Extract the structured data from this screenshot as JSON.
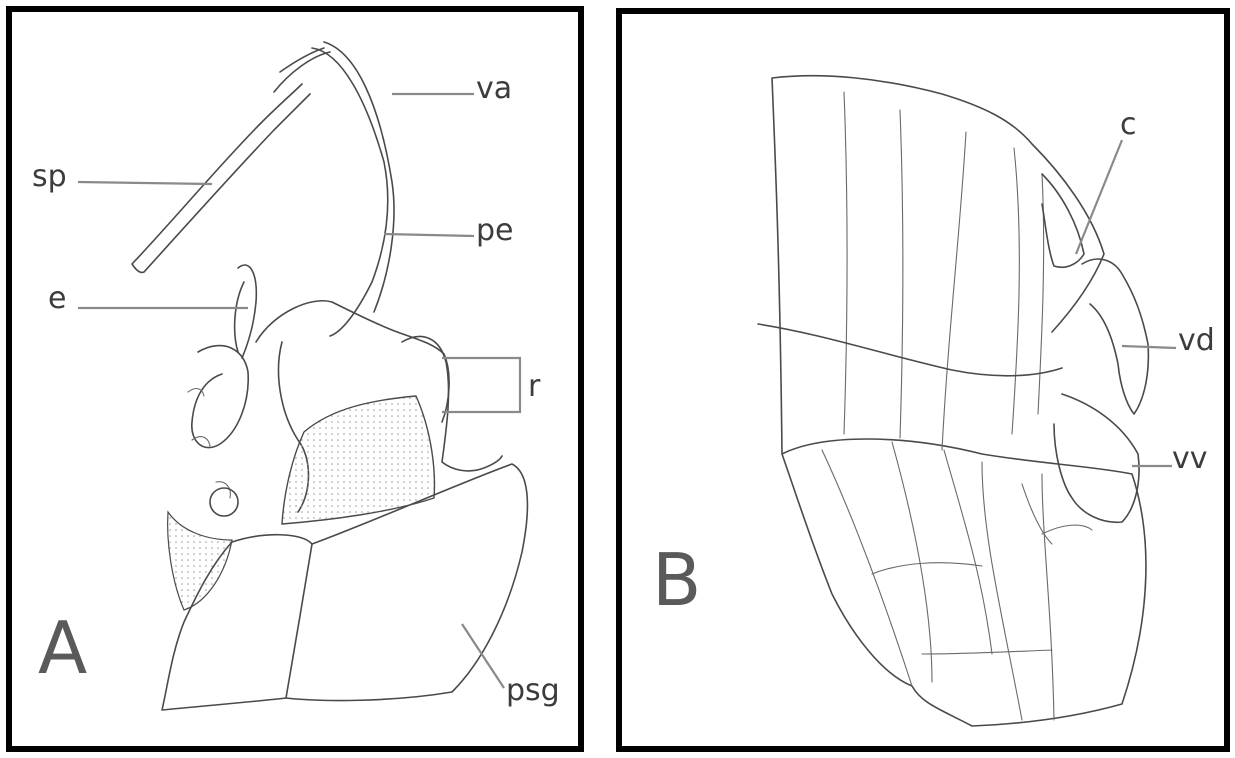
{
  "panels": [
    {
      "letter": "A",
      "labels": {
        "va": "va",
        "sp": "sp",
        "pe": "pe",
        "e": "e",
        "r": "r",
        "psg": "psg"
      }
    },
    {
      "letter": "B",
      "labels": {
        "c": "c",
        "vd": "vd",
        "vv": "vv"
      }
    }
  ],
  "colors": {
    "border": "#000000",
    "ink": "#4a4a4a",
    "stipple": "#9a9a9a"
  }
}
